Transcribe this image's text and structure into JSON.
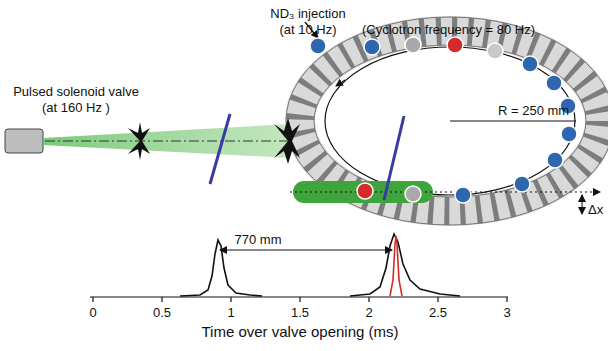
{
  "diagram": {
    "labels": [
      "ND₃ injection (at 10 Hz)",
      "(Cyclotron frequency = 80 Hz)",
      "R = 250 mm",
      "Pulsed solenoid valve (at 160 Hz )",
      "770 mm",
      "Δx",
      "0",
      "0.5",
      "1",
      "1.5",
      "2",
      "2.5",
      "3",
      "Time over valve opening (ms)"
    ]
  }
}
